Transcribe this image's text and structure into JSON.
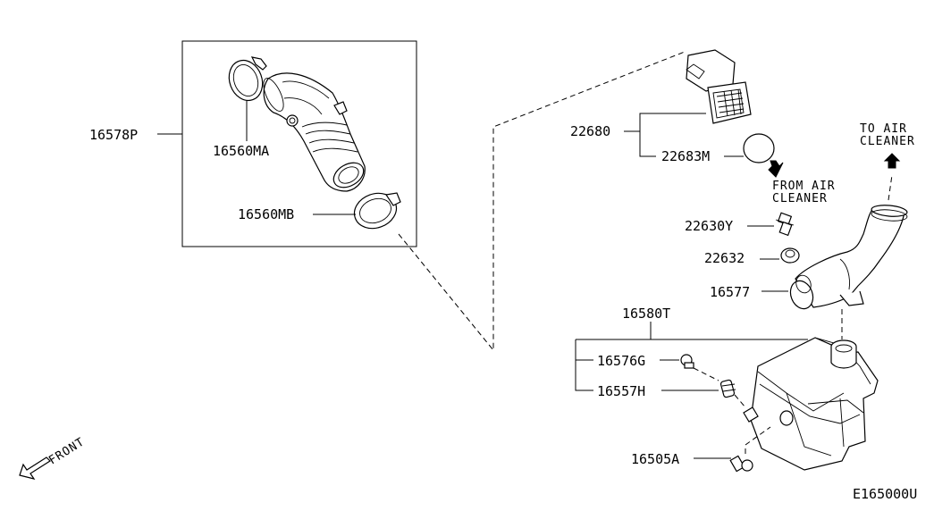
{
  "diagram_id": "E165000U",
  "front_label": "FRONT",
  "notes": {
    "to_air_cleaner": [
      "TO AIR",
      "CLEANER"
    ],
    "from_air_cleaner": [
      "FROM AIR",
      "CLEANER"
    ]
  },
  "parts": {
    "p16578P": "16578P",
    "p16560MA": "16560MA",
    "p16560MB": "16560MB",
    "p22680": "22680",
    "p22683M": "22683M",
    "p22630Y": "22630Y",
    "p22632": "22632",
    "p16577": "16577",
    "p16580T": "16580T",
    "p16576G": "16576G",
    "p16557H": "16557H",
    "p16505A": "16505A"
  }
}
